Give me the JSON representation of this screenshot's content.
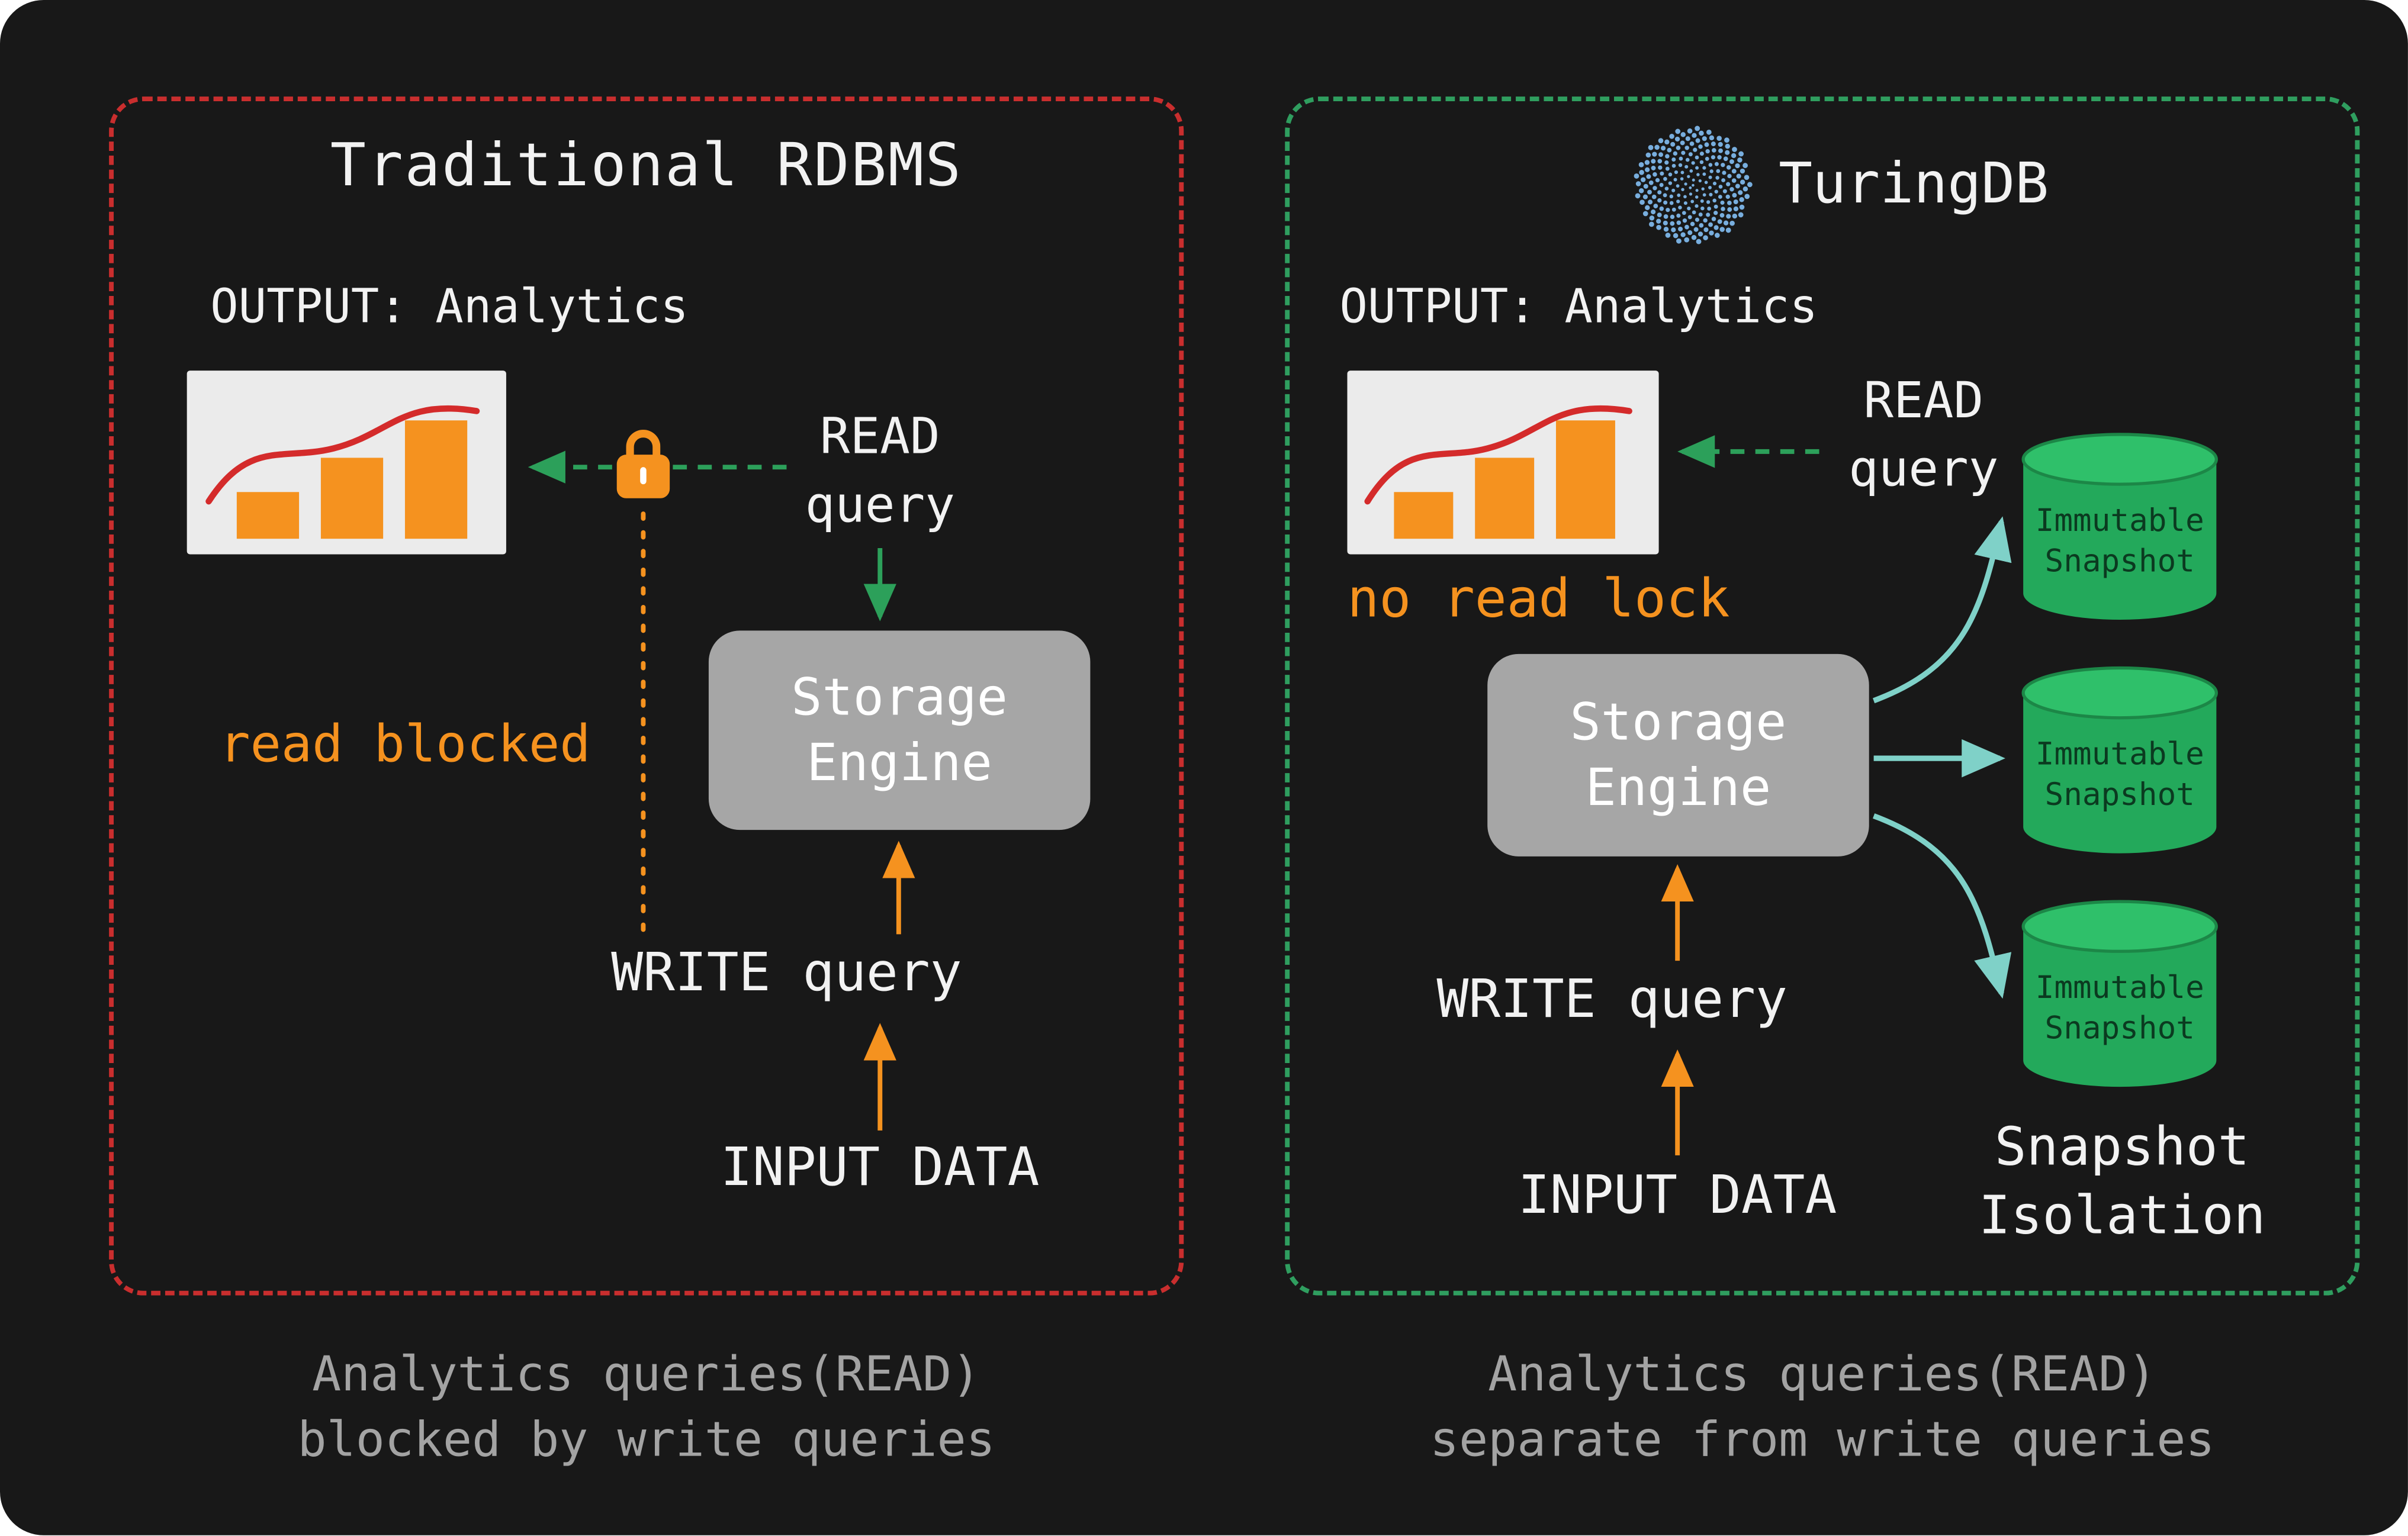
{
  "left_panel": {
    "title": "Traditional RDBMS",
    "output_label": "OUTPUT: Analytics",
    "read_query": "READ\nquery",
    "storage_engine": "Storage\nEngine",
    "read_blocked": "read blocked",
    "write_query": "WRITE query",
    "input_data": "INPUT DATA",
    "caption_line1": "Analytics queries(READ)",
    "caption_line2": "blocked by write queries"
  },
  "right_panel": {
    "brand": "TuringDB",
    "output_label": "OUTPUT: Analytics",
    "read_query": "READ\nquery",
    "no_read_lock": "no read lock",
    "storage_engine": "Storage\nEngine",
    "write_query": "WRITE query",
    "input_data": "INPUT DATA",
    "snapshots": [
      "Immutable\nSnapshot",
      "Immutable\nSnapshot",
      "Immutable\nSnapshot"
    ],
    "snapshot_isolation": "Snapshot\nIsolation",
    "caption_line1": "Analytics queries(READ)",
    "caption_line2": "separate from write queries"
  },
  "colors": {
    "background": "#181818",
    "left_border": "#c92e2e",
    "right_border": "#2f9e5f",
    "orange_accent": "#f5921f",
    "green_arrow": "#2ca05a",
    "teal_arrow": "#7fd1c8",
    "storage_box": "#a6a6a6",
    "cylinder_green": "#23a95b",
    "logo_blue": "#78aede",
    "caption_gray": "#a3a3a3"
  }
}
